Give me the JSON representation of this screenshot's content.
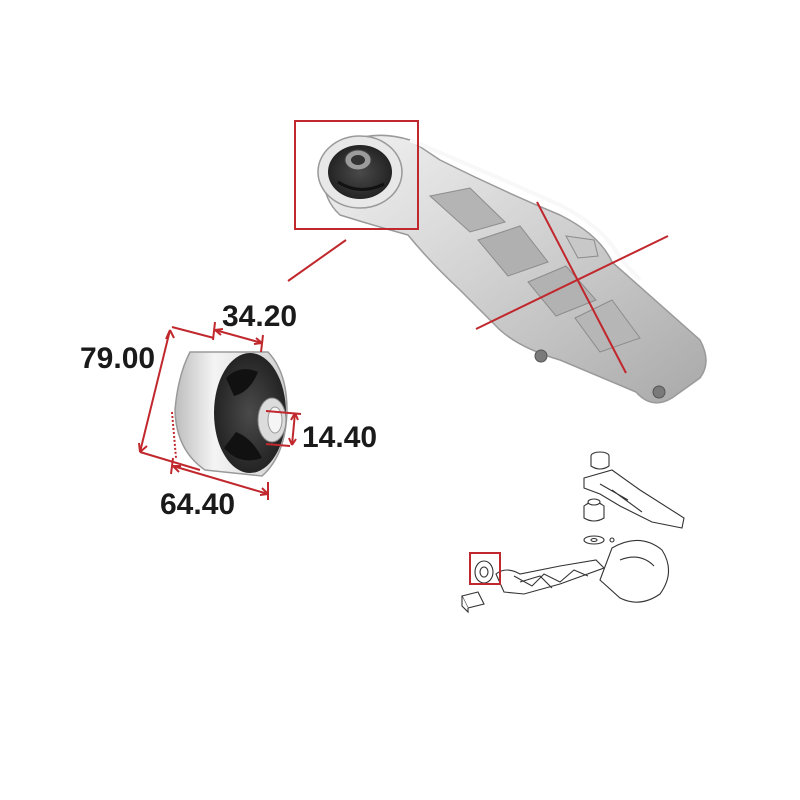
{
  "dimensions": {
    "width_top": "34.20",
    "height": "79.00",
    "inner_bore": "14.40",
    "length_bottom": "64.40"
  },
  "colors": {
    "dimension_line": "#c0282d",
    "highlight_box": "#c0282d",
    "metal": "#d9d9d9",
    "rubber": "#2a2a2a"
  }
}
